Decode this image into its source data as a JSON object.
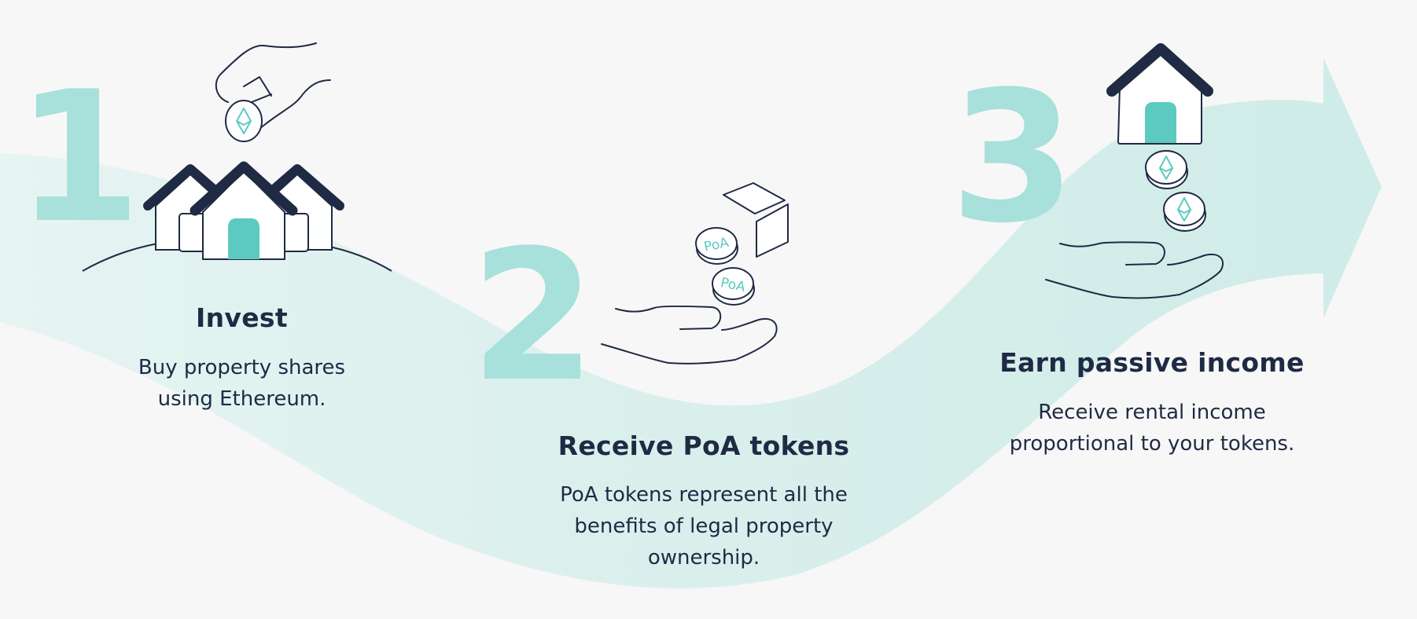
{
  "colors": {
    "background": "#f7f7f7",
    "wave": "#d4eeeb",
    "number": "#a8e0db",
    "navy": "#1f2a44",
    "teal": "#5ccac0"
  },
  "steps": [
    {
      "number": "1",
      "title": "Invest",
      "description_lines": [
        "Buy property shares",
        "using Ethereum."
      ],
      "icon": "houses-with-ether-coin-icon"
    },
    {
      "number": "2",
      "title": "Receive PoA tokens",
      "description_lines": [
        "PoA tokens represent all the",
        "benefits of legal property",
        "ownership."
      ],
      "icon": "hand-receiving-poa-tokens-icon"
    },
    {
      "number": "3",
      "title": "Earn passive income",
      "description_lines": [
        "Receive rental income",
        "proportional to your tokens."
      ],
      "icon": "hand-receiving-income-icon"
    }
  ],
  "tokens": {
    "poa_label": "PoA"
  }
}
